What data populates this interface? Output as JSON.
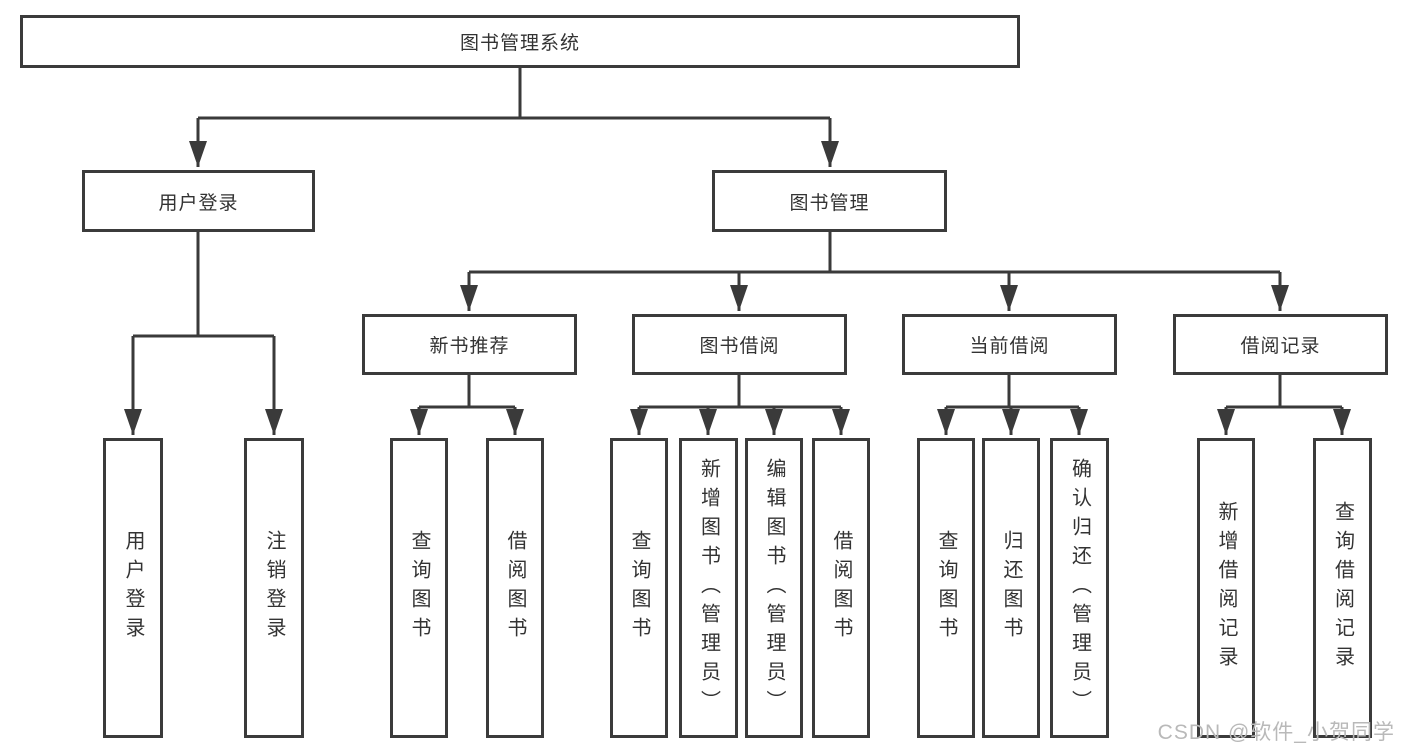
{
  "diagram": {
    "root": {
      "label": "图书管理系统"
    },
    "branches": [
      {
        "label": "用户登录",
        "children": [
          {
            "label": "用户登录"
          },
          {
            "label": "注销登录"
          }
        ]
      },
      {
        "label": "图书管理",
        "children": [
          {
            "label": "新书推荐",
            "children": [
              {
                "label": "查询图书"
              },
              {
                "label": "借阅图书"
              }
            ]
          },
          {
            "label": "图书借阅",
            "children": [
              {
                "label": "查询图书"
              },
              {
                "label": "新增图书（管理员）"
              },
              {
                "label": "编辑图书（管理员）"
              },
              {
                "label": "借阅图书"
              }
            ]
          },
          {
            "label": "当前借阅",
            "children": [
              {
                "label": "查询图书"
              },
              {
                "label": "归还图书"
              },
              {
                "label": "确认归还（管理员）"
              }
            ]
          },
          {
            "label": "借阅记录",
            "children": [
              {
                "label": "新增借阅记录"
              },
              {
                "label": "查询借阅记录"
              }
            ]
          }
        ]
      }
    ]
  },
  "watermark": "CSDN @软件_小贺同学",
  "colors": {
    "line": "#3a3a3a",
    "box_border": "#3b3b3b",
    "text": "#333333",
    "watermark": "#b9b9b9",
    "background": "#ffffff"
  }
}
